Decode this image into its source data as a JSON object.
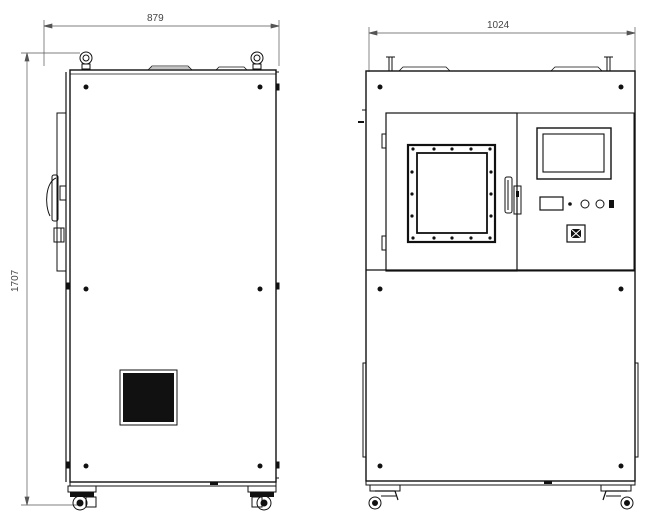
{
  "dimensions": {
    "side_width": "879",
    "front_width": "1024",
    "height": "1707"
  }
}
